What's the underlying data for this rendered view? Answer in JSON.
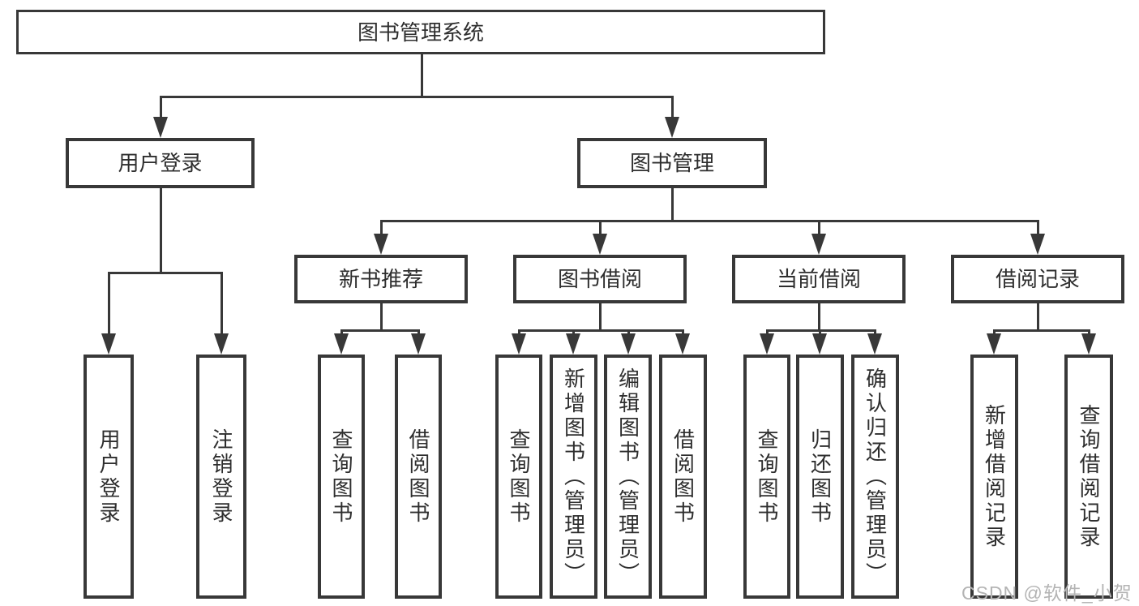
{
  "colors": {
    "line": "#383838",
    "box_border": "#383838",
    "text": "#2e2e2e",
    "background": "#ffffff",
    "watermark": "#b4b4b4"
  },
  "watermark": {
    "text": "CSDN @软件_小贺同学"
  },
  "tree": {
    "root": {
      "label": "图书管理系统",
      "children": [
        {
          "label": "用户登录",
          "children": [
            {
              "label": "用户登录"
            },
            {
              "label": "注销登录"
            }
          ]
        },
        {
          "label": "图书管理",
          "children": [
            {
              "label": "新书推荐",
              "children": [
                {
                  "label": "查询图书"
                },
                {
                  "label": "借阅图书"
                }
              ]
            },
            {
              "label": "图书借阅",
              "children": [
                {
                  "label": "查询图书"
                },
                {
                  "label": "新增图书（管理员）"
                },
                {
                  "label": "编辑图书（管理员）"
                },
                {
                  "label": "借阅图书"
                }
              ]
            },
            {
              "label": "当前借阅",
              "children": [
                {
                  "label": "查询图书"
                },
                {
                  "label": "归还图书"
                },
                {
                  "label": "确认归还（管理员）"
                }
              ]
            },
            {
              "label": "借阅记录",
              "children": [
                {
                  "label": "新增借阅记录"
                },
                {
                  "label": "查询借阅记录"
                }
              ]
            }
          ]
        }
      ]
    }
  }
}
